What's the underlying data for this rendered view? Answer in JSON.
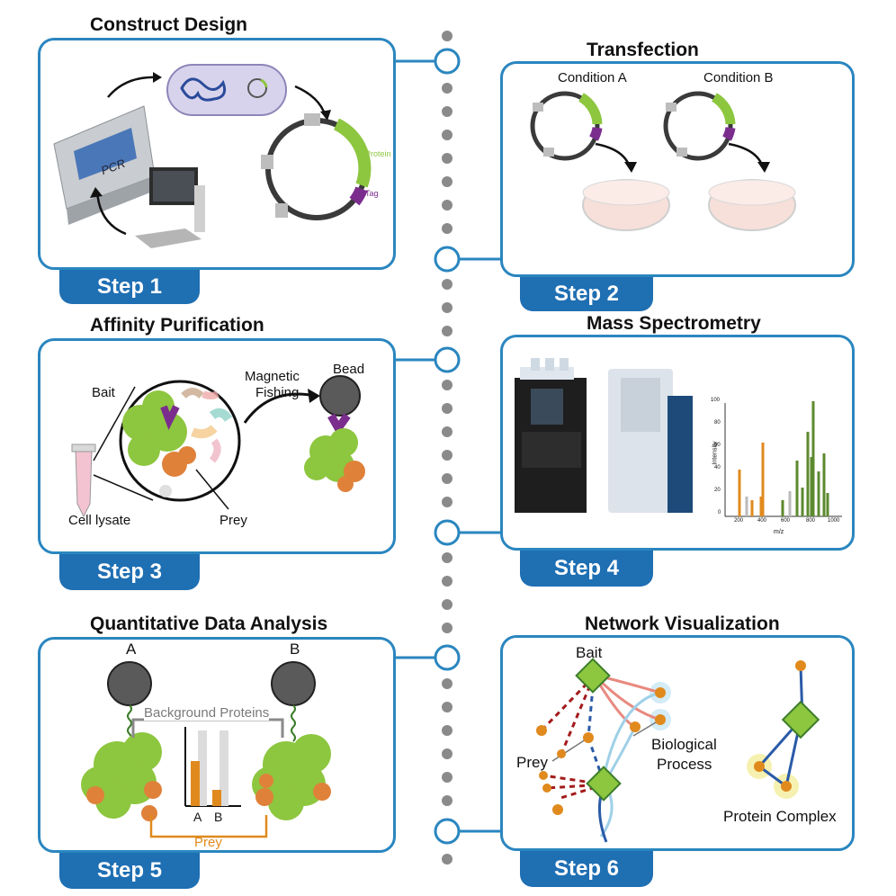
{
  "steps": [
    {
      "title": "Construct Design",
      "tab": "Step 1",
      "labels": {
        "pcr": "PCR",
        "protein": "Protein",
        "tag": "Tag"
      }
    },
    {
      "title": "Transfection",
      "tab": "Step 2",
      "labels": {
        "cond_a": "Condition A",
        "cond_b": "Condition B"
      }
    },
    {
      "title": "Affinity Purification",
      "tab": "Step 3",
      "labels": {
        "bait": "Bait",
        "magnetic": "Magnetic",
        "fishing": "Fishing",
        "bead": "Bead",
        "cell_lysate": "Cell lysate",
        "prey": "Prey"
      }
    },
    {
      "title": "Mass Spectrometry",
      "tab": "Step 4",
      "labels": {
        "intensity": "Intensity",
        "mz": "m/z"
      }
    },
    {
      "title": "Quantitative Data Analysis",
      "tab": "Step 5",
      "labels": {
        "a": "A",
        "b": "B",
        "background": "Background Proteins",
        "prey": "Prey",
        "bar_a": "A",
        "bar_b": "B"
      }
    },
    {
      "title": "Network Visualization",
      "tab": "Step 6",
      "labels": {
        "bait": "Bait",
        "prey": "Prey",
        "bio1": "Biological",
        "bio2": "Process",
        "complex": "Protein Complex"
      }
    }
  ],
  "ms_chart": {
    "x_ticks": [
      "200",
      "400",
      "600",
      "800",
      "1000"
    ],
    "y_ticks": [
      "100",
      "80",
      "60",
      "40",
      "20",
      "0"
    ]
  },
  "colors": {
    "accent": "#2a86bf",
    "tab": "#1f6fb3",
    "green": "#8dc63f",
    "orange": "#e08a1e",
    "purple": "#7b2d8e"
  }
}
